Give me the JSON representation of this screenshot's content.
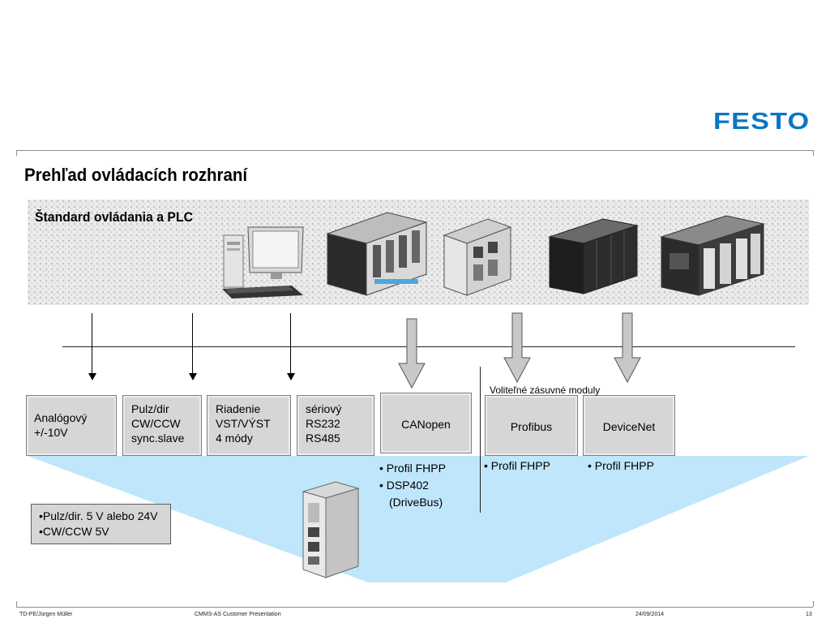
{
  "header": {
    "logo_text": "FESTO",
    "logo_color": "#0a76c2"
  },
  "slide": {
    "title": "Prehľad ovládacích rozhraní",
    "band_title": "Štandard ovládania a PLC"
  },
  "interfaces": [
    {
      "id": "analog",
      "text": "Analógový\n+/-10V"
    },
    {
      "id": "pulse",
      "text": "Pulz/dir\nCW/CCW\nsync.slave"
    },
    {
      "id": "control",
      "text": "Riadenie\nVST/VÝST\n4 módy"
    },
    {
      "id": "serial",
      "text": "sériový\nRS232\nRS485"
    },
    {
      "id": "canopen",
      "text": "CANopen"
    },
    {
      "id": "profibus",
      "text": "Profibus"
    },
    {
      "id": "devicenet",
      "text": "DeviceNet"
    }
  ],
  "optional_modules_label": "Voliteľné zásuvné moduly",
  "canopen_features": [
    "• Profil FHPP",
    "• DSP402",
    "(DriveBus)"
  ],
  "profibus_features": [
    "• Profil FHPP"
  ],
  "devicenet_features": [
    "• Profil FHPP"
  ],
  "note": [
    "•Pulz/dir. 5 V alebo 24V",
    "•CW/CCW 5V"
  ],
  "footer": {
    "author": "TD-PE/Jürgen Müller",
    "presentation": "CMMS-AS Customer Presentation",
    "date": "24/09/2014",
    "page": "13"
  },
  "colors": {
    "funnel": "#bfe6fb",
    "box_fill": "#d6d6d6",
    "arrow_fill": "#c8c8c8"
  }
}
